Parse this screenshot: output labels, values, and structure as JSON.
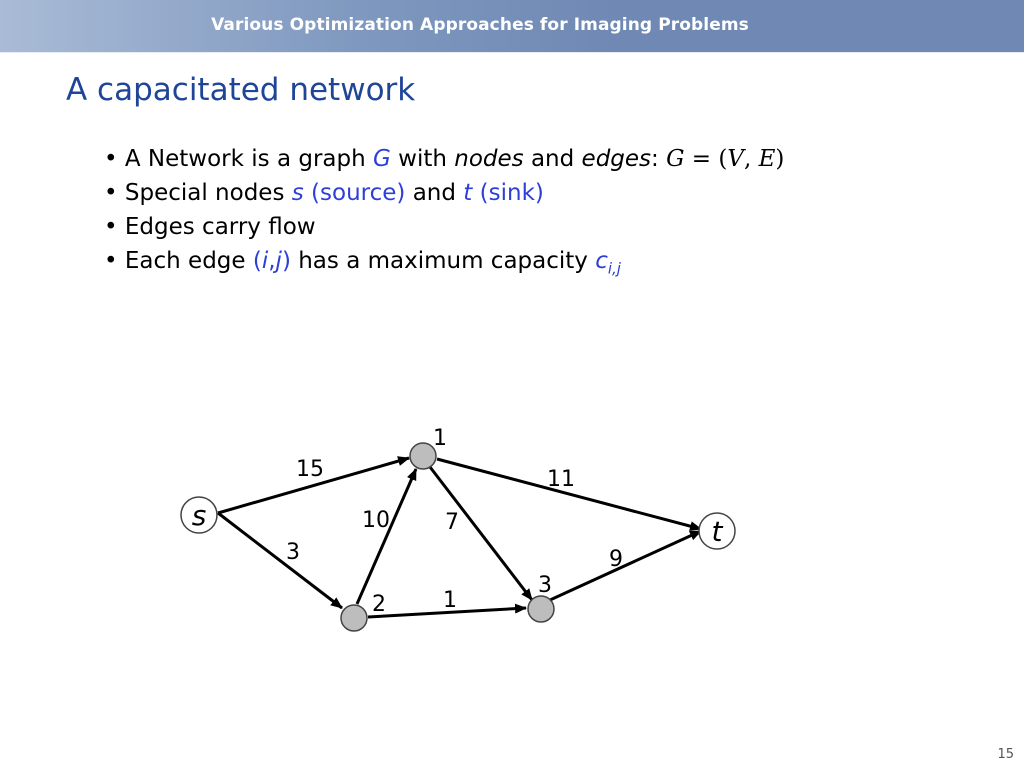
{
  "header": {
    "title": "Various Optimization Approaches for Imaging Problems"
  },
  "slide": {
    "title": "A capacitated network",
    "bullets": {
      "b1": {
        "prefix": "• A Network is a graph ",
        "g": "G",
        "mid1": " with ",
        "nodes": "nodes",
        "mid2": " and ",
        "edges": "edges",
        "colon": ": ",
        "eq_g": "G",
        "eq_eq": " = (",
        "eq_v": "V",
        "eq_comma": ", ",
        "eq_e": "E",
        "eq_close": ")"
      },
      "b2": {
        "prefix": "• Special nodes ",
        "s": "s",
        "source": " (source)",
        "and": " and ",
        "t": "t",
        "sink": " (sink)"
      },
      "b3": {
        "text": "• Edges carry flow"
      },
      "b4": {
        "prefix": "• Each edge ",
        "open": "(",
        "i": "i",
        "comma": ",",
        "j": "j",
        "close": ")",
        "mid": " has a maximum capacity ",
        "c": "c",
        "sub": "i,j"
      }
    },
    "page_number": "15"
  },
  "diagram": {
    "nodes": {
      "s": "s",
      "t": "t",
      "n1": "1",
      "n2": "2",
      "n3": "3"
    },
    "edges": {
      "s_1": "15",
      "s_2": "3",
      "n2_1": "10",
      "n1_3": "7",
      "n1_t": "11",
      "n2_3": "1",
      "n3_t": "9"
    }
  }
}
